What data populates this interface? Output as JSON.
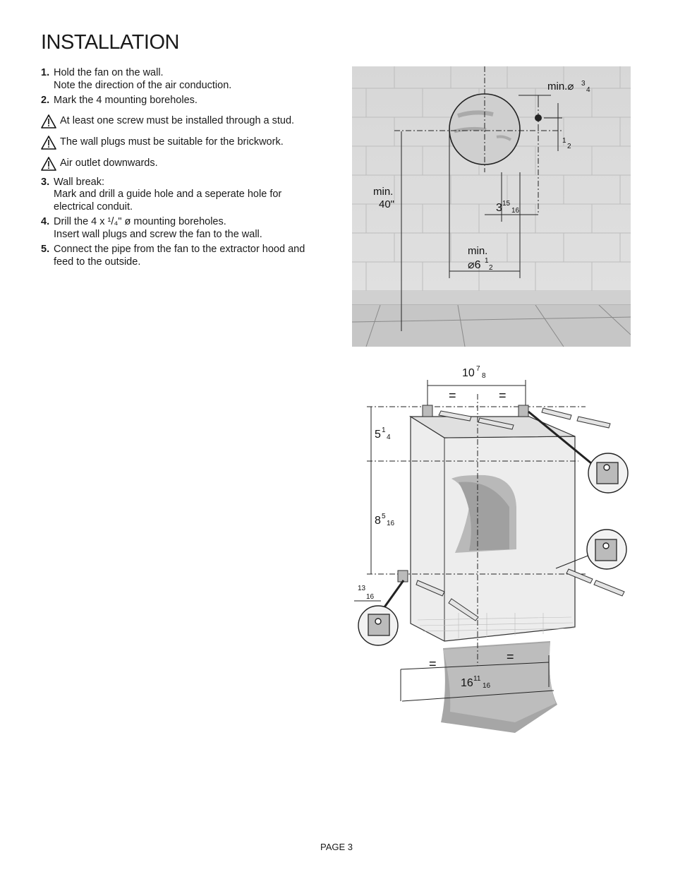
{
  "page": {
    "title": "INSTALLATION",
    "page_label": "PAGE 3"
  },
  "steps": [
    {
      "num": "1.",
      "lines": [
        "Hold the fan on the wall.",
        "Note the direction of the air conduction."
      ]
    },
    {
      "num": "2.",
      "lines": [
        "Mark the 4 mounting boreholes."
      ]
    }
  ],
  "warnings": [
    "At least one screw must be installed through a stud.",
    "The wall plugs must be suitable for the brickwork.",
    "Air outlet downwards."
  ],
  "steps2": [
    {
      "num": "3.",
      "lines": [
        "Wall break:",
        "Mark and drill a guide hole and a seperate hole for",
        "electrical conduit."
      ]
    },
    {
      "num": "4.",
      "lines": [
        "Drill the 4 x ¹/₄\" ø mounting boreholes.",
        "Insert wall plugs and screw the fan to the wall."
      ]
    },
    {
      "num": "5.",
      "lines": [
        "Connect the pipe from the fan to the extractor hood and",
        "feed to the outside."
      ]
    }
  ],
  "figure1": {
    "min_height_label": "min.",
    "min_height_value": "40\"",
    "hole_dia_label": "min.⌀",
    "hole_dia_num": "3",
    "hole_dia_den": "4",
    "offset_half_num": "1",
    "offset_half_den": "2",
    "offset_side_whole": "3",
    "offset_side_num": "15",
    "offset_side_den": "16",
    "duct_dia_label": "min.",
    "duct_dia_whole": "⌀6",
    "duct_dia_num": "1",
    "duct_dia_den": "2"
  },
  "figure2": {
    "top_width_whole": "10",
    "top_width_num": "7",
    "top_width_den": "8",
    "upper_height_whole": "5",
    "upper_height_num": "1",
    "upper_height_den": "4",
    "lower_height_whole": "8",
    "lower_height_num": "5",
    "lower_height_den": "16",
    "side_offset_num": "13",
    "side_offset_den": "16",
    "bottom_width_whole": "16",
    "bottom_width_num": "11",
    "bottom_width_den": "16",
    "equal_sign": "="
  }
}
